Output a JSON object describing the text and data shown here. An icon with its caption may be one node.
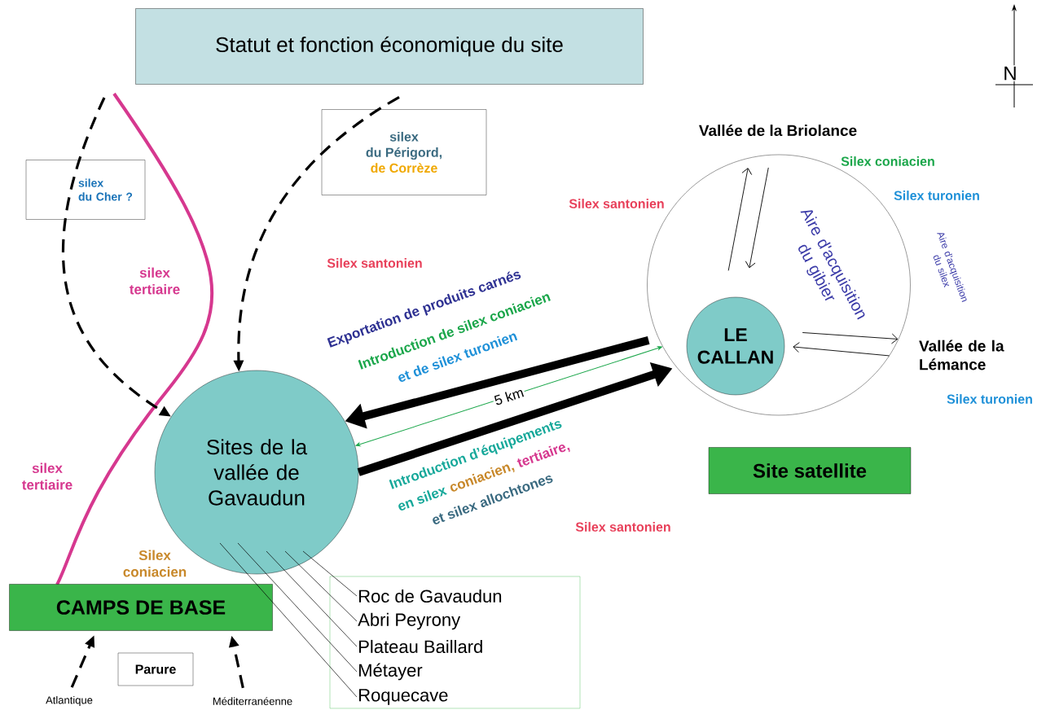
{
  "diagram": {
    "nodes": [
      {
        "text": [
          "Statut et fonction économique du site"
        ]
      },
      {
        "text": [
          "silex",
          "du Cher ?"
        ]
      },
      {
        "text": [
          "silex",
          "du Périgord,",
          "de Corrèze"
        ]
      },
      {
        "text": [
          "Sites de la vallée de Gavaudun"
        ]
      },
      {
        "text": [
          "Aire d'acquisition du gibier"
        ]
      },
      {
        "text": [
          "LE CALLAN"
        ],
        "in": 4
      },
      {
        "text": [
          "Vallée de la Briolance"
        ]
      },
      {
        "text": [
          "Vallée de la Lémance"
        ]
      },
      {
        "text": [
          "Site satellite"
        ]
      },
      {
        "text": [
          "CAMPS DE BASE"
        ]
      },
      {
        "text": [
          "Parure"
        ]
      },
      {
        "text": [
          "Atlantique"
        ]
      },
      {
        "text": [
          "Méditerranéenne"
        ]
      },
      {
        "text": [],
        "shape": "box"
      },
      {
        "text": [
          "Roc de Gavaudun"
        ],
        "in": 13
      },
      {
        "text": [
          "Abri Peyrony"
        ],
        "in": 13
      },
      {
        "text": [
          "Plateau Baillard"
        ],
        "in": 13
      },
      {
        "text": [
          "Métayer"
        ],
        "in": 13
      },
      {
        "text": [
          "Roquecave"
        ],
        "in": 13
      }
    ],
    "edges": [
      {
        "from": null,
        "to": 3,
        "arrow": "to",
        "style": "dashed"
      },
      {
        "from": 2,
        "to": 3,
        "arrow": "to",
        "style": "dashed"
      },
      {
        "from": 5,
        "to": 3,
        "arrow": "to",
        "style": "thick"
      },
      {
        "from": 3,
        "to": 5,
        "arrow": "to",
        "style": "thick"
      },
      {
        "from": 3,
        "to": 4,
        "arrow": "both",
        "label": "5 km",
        "color": "#1aa64a"
      },
      {
        "from": 5,
        "to": 6,
        "arrow": "to"
      },
      {
        "from": 6,
        "to": 5,
        "arrow": "to"
      },
      {
        "from": 5,
        "to": 7,
        "arrow": "to"
      },
      {
        "from": 7,
        "to": 5,
        "arrow": "to"
      },
      {
        "from": 11,
        "to": 9,
        "arrow": "to",
        "style": "dashed"
      },
      {
        "from": 12,
        "to": 9,
        "arrow": "to",
        "style": "dashed"
      },
      {
        "from": 14,
        "to": 3,
        "arrow": "none"
      },
      {
        "from": 15,
        "to": 3,
        "arrow": "none"
      },
      {
        "from": 16,
        "to": 3,
        "arrow": "none"
      },
      {
        "from": 17,
        "to": 3,
        "arrow": "none"
      },
      {
        "from": 18,
        "to": 3,
        "arrow": "none"
      }
    ],
    "labels": [
      "N",
      "Silex coniacien",
      "Silex turonien",
      "Silex santonien",
      "Aire d'acquisition du silex",
      "Silex santonien",
      "silex tertiaire",
      "Exportation de produits carnés",
      "Introduction de silex coniacien",
      "et de silex turonien",
      "Silex turonien",
      "Introduction d’équipements",
      "en silex",
      "coniacien,",
      "tertiaire,",
      "et silex allochtones",
      "silex tertiaire",
      "Silex santonien",
      "Silex coniacien"
    ]
  }
}
